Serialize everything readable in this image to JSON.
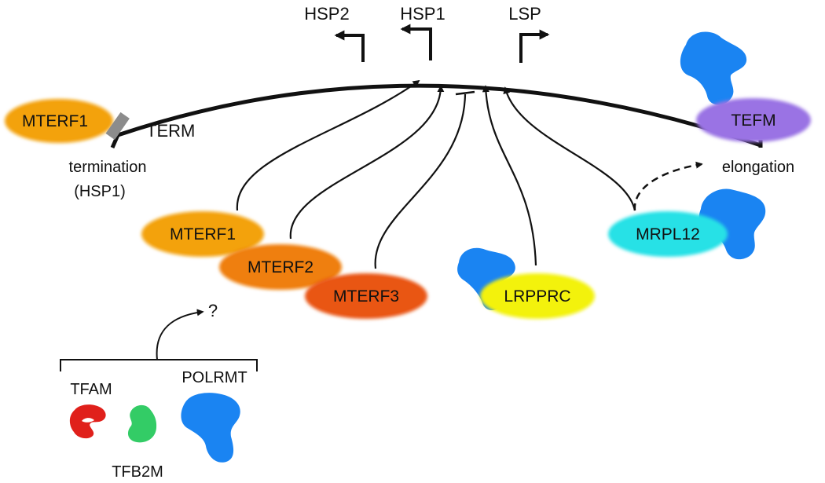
{
  "promoters": {
    "hsp2": "HSP2",
    "hsp1": "HSP1",
    "lsp": "LSP"
  },
  "termination_region": {
    "factor": "MTERF1",
    "site": "TERM",
    "caption_line1": "termination",
    "caption_line2": "(HSP1)"
  },
  "elongation_region": {
    "factor": "TEFM",
    "caption": "elongation"
  },
  "regulators": {
    "mterf1": "MTERF1",
    "mterf2": "MTERF2",
    "mterf3": "MTERF3",
    "lrpprc": "LRPPRC",
    "mrpl12": "MRPL12"
  },
  "core_machinery": {
    "question": "?",
    "tfam": "TFAM",
    "tfb2m": "TFB2M",
    "polrmt": "POLRMT"
  },
  "colors": {
    "mterf1": "#f3a20c",
    "mterf2": "#ef7f0f",
    "mterf3": "#e95613",
    "lrpprc": "#f3f20c",
    "mrpl12": "#27e1e6",
    "tefm": "#9a73e4",
    "polrmt": "#1a84f2",
    "tfam": "#e0201b",
    "tfb2m": "#33cc66",
    "term_box": "#8c8c8c"
  }
}
